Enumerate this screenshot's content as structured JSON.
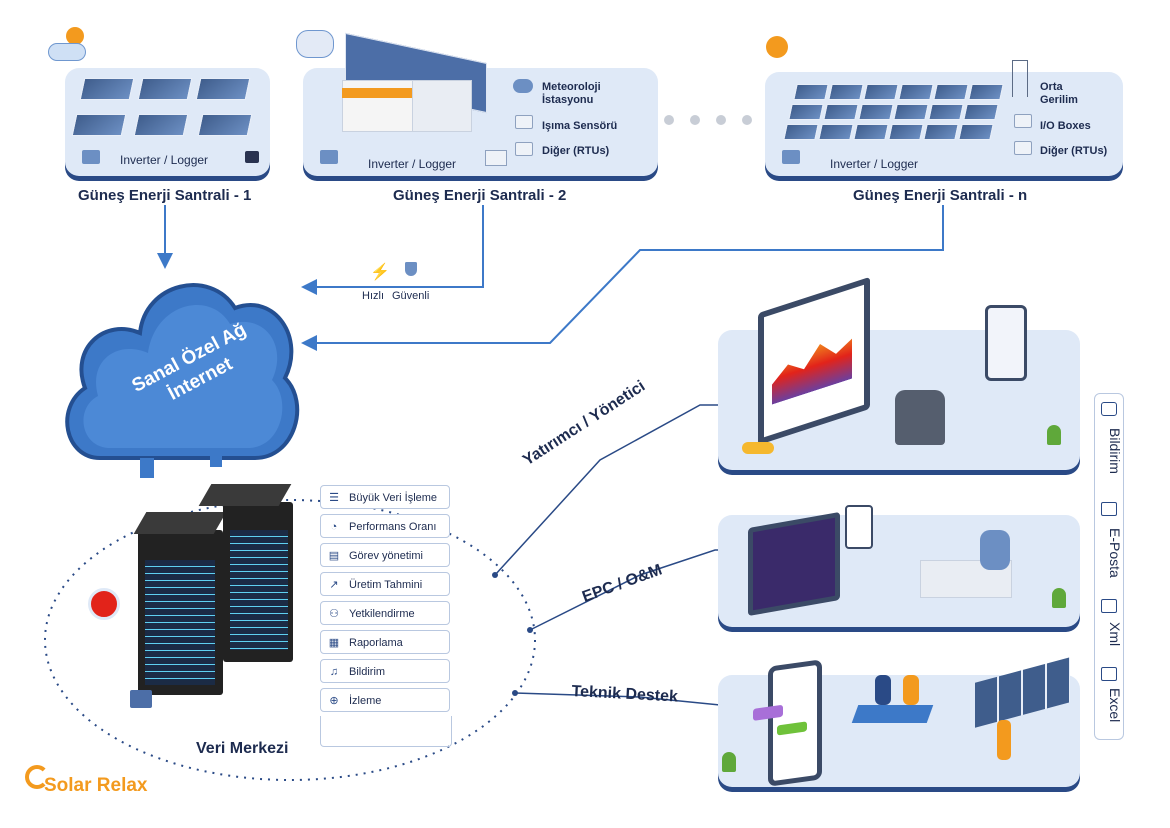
{
  "plants": [
    {
      "title": "Güneş Enerji Santrali - 1",
      "inverter": "Inverter / Logger"
    },
    {
      "title": "Güneş Enerji Santrali - 2",
      "inverter": "Inverter / Logger",
      "devices": [
        "Meteoroloji İstasyonu",
        "Işıma Sensörü",
        "Diğer (RTUs)"
      ]
    },
    {
      "title": "Güneş Enerji Santrali - n",
      "inverter": "Inverter / Logger",
      "devices": [
        "Orta Gerilim",
        "I/O Boxes",
        "Diğer (RTUs)"
      ]
    }
  ],
  "link_labels": {
    "fast": "Hızlı",
    "secure": "Güvenli"
  },
  "cloud": {
    "line1": "Sanal Özel Ağ",
    "line2": "İnternet"
  },
  "datacenter": {
    "label": "Veri Merkezi",
    "features": [
      "Büyük Veri İşleme",
      "Performans Oranı",
      "Görev yönetimi",
      "Üretim Tahmini",
      "Yetkilendirme",
      "Raporlama",
      "Bildirim",
      "İzleme"
    ],
    "feature_icons": [
      "database-icon",
      "gauge-icon",
      "list-icon",
      "trend-chart-icon",
      "users-hierarchy-icon",
      "report-icon",
      "bell-icon",
      "crosshair-icon"
    ]
  },
  "channels": [
    "Yatırımcı / Yönetici",
    "EPC / O&M",
    "Teknik Destek"
  ],
  "outputs": [
    "Bildirim",
    "E-Posta",
    "Xml",
    "Excel"
  ],
  "logo": "Solar Relax",
  "colors": {
    "navy": "#1d2b4f",
    "platform": "#dfe9f7",
    "accent": "#2a4a86",
    "cloud": "#3d79c8",
    "logo": "#f39a1e"
  }
}
